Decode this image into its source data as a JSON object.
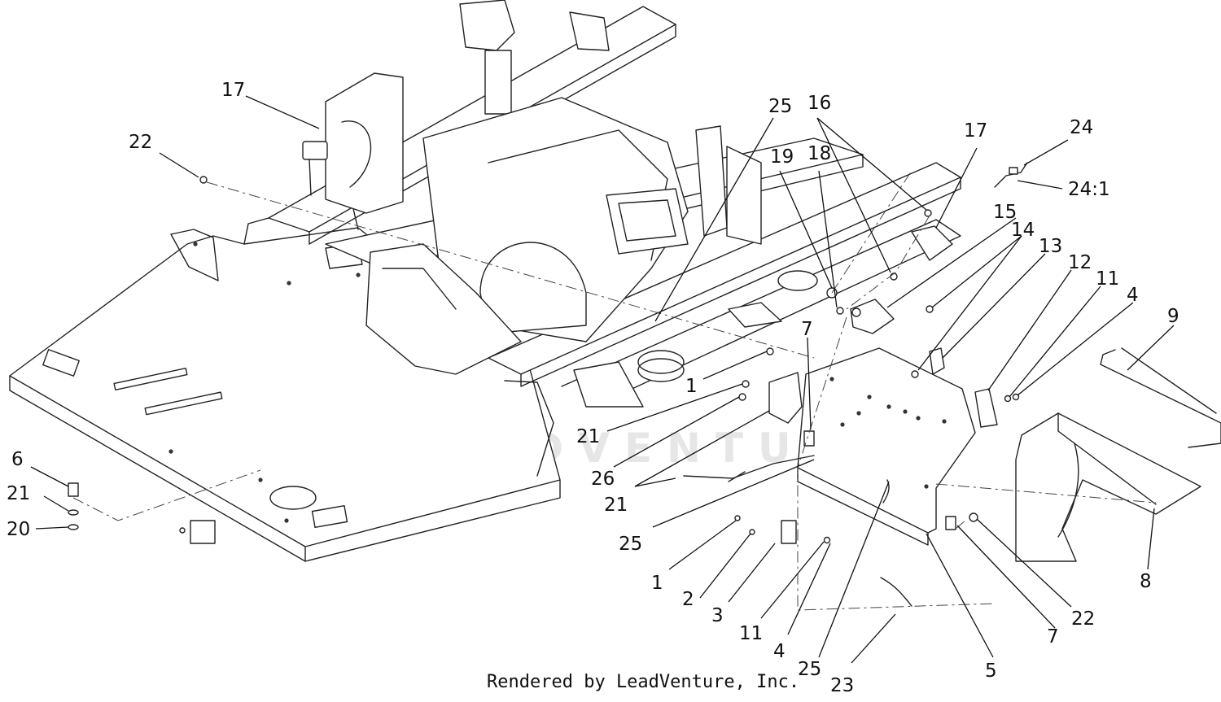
{
  "watermark": "LEADVENTURE",
  "footer": "Rendered by LeadVenture, Inc.",
  "callouts": [
    "17",
    "22",
    "25",
    "16",
    "19",
    "18",
    "17",
    "24",
    "24:1",
    "15",
    "14",
    "13",
    "12",
    "11",
    "4",
    "9",
    "7",
    "1",
    "21",
    "26",
    "21",
    "25",
    "1",
    "2",
    "3",
    "11",
    "4",
    "25",
    "23",
    "5",
    "7",
    "22",
    "8",
    "6",
    "21",
    "20"
  ]
}
